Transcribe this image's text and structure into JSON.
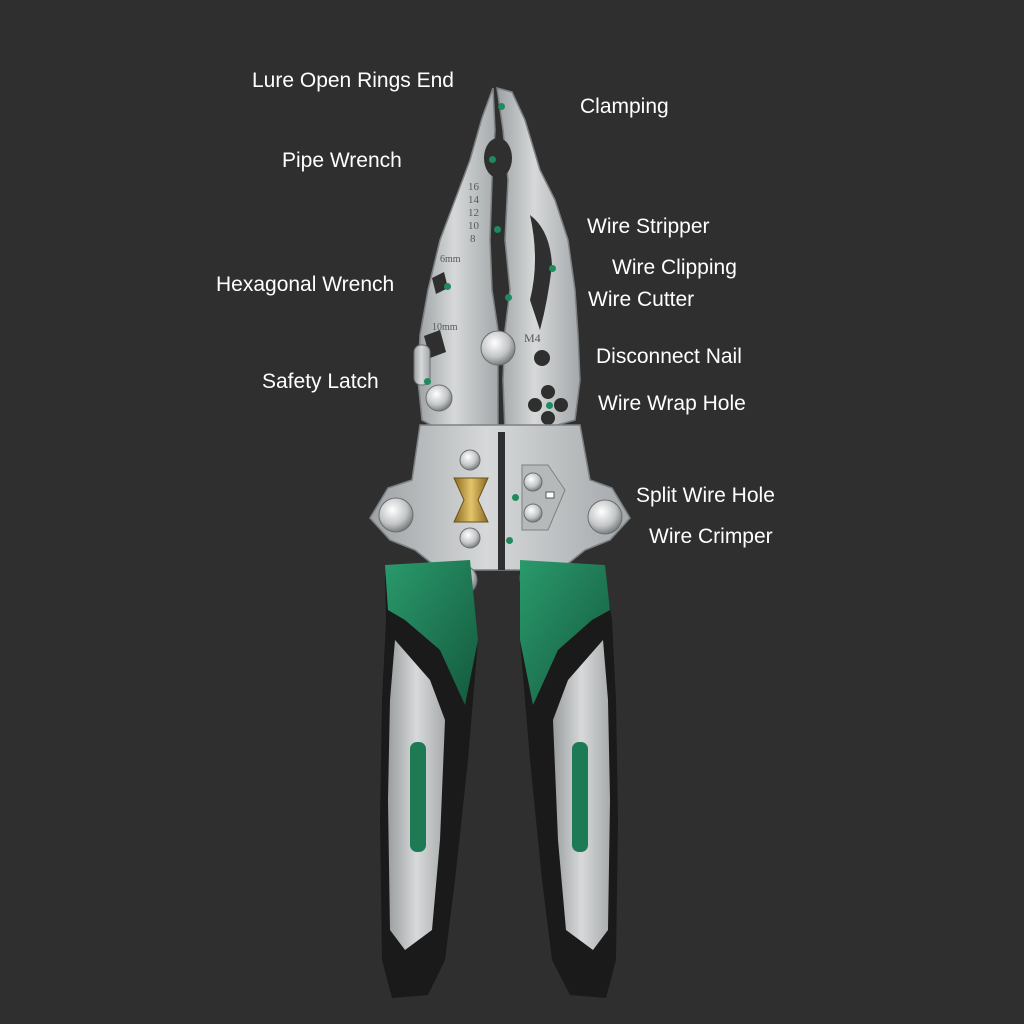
{
  "colors": {
    "background": "#2f2f2f",
    "steel": "#c9cccd",
    "steel_dark": "#8e9294",
    "handle_green": "#1e7a55",
    "handle_black": "#1a1a1a",
    "handle_grey": "#bfc2c3",
    "marker_dot": "#1f8a5e",
    "label_text": "#ffffff"
  },
  "labels": [
    {
      "id": "lure-open-rings-end",
      "text": "Lure Open Rings End"
    },
    {
      "id": "clamping",
      "text": "Clamping"
    },
    {
      "id": "pipe-wrench",
      "text": "Pipe Wrench"
    },
    {
      "id": "wire-stripper",
      "text": "Wire Stripper"
    },
    {
      "id": "wire-clipping",
      "text": "Wire Clipping"
    },
    {
      "id": "hexagonal-wrench",
      "text": "Hexagonal Wrench"
    },
    {
      "id": "wire-cutter",
      "text": "Wire Cutter"
    },
    {
      "id": "disconnect-nail",
      "text": "Disconnect Nail"
    },
    {
      "id": "safety-latch",
      "text": "Safety Latch"
    },
    {
      "id": "wire-wrap-hole",
      "text": "Wire Wrap Hole"
    },
    {
      "id": "split-wire-hole",
      "text": "Split Wire Hole"
    },
    {
      "id": "wire-crimper",
      "text": "Wire Crimper"
    }
  ],
  "engravings": {
    "gauges": [
      "16",
      "14",
      "12",
      "10",
      "8"
    ],
    "hex_small": "6mm",
    "hex_large": "10mm",
    "thread": "M4"
  }
}
